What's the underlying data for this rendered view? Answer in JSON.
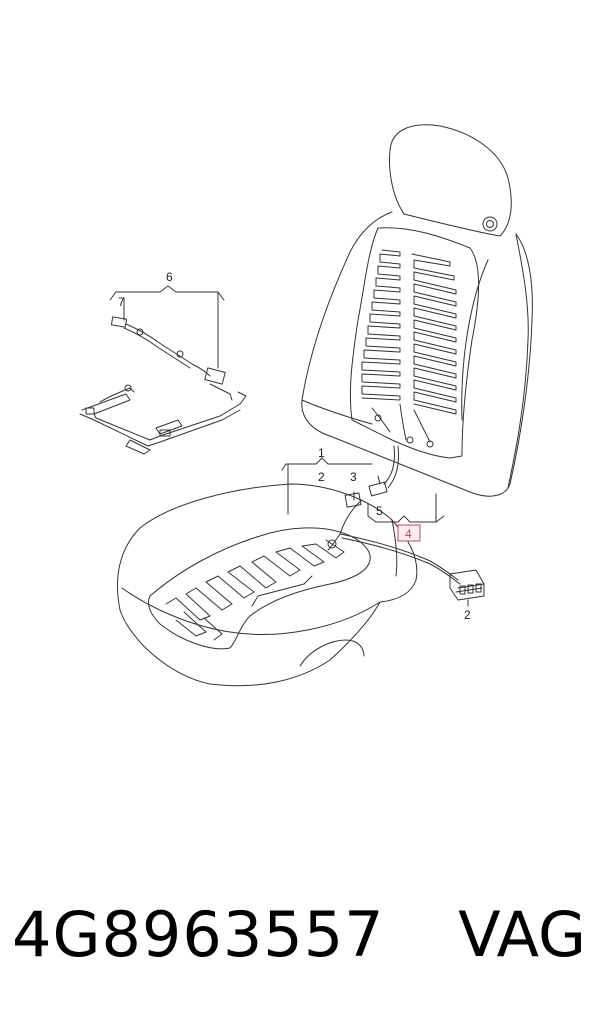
{
  "diagram": {
    "callouts": {
      "c1": "1",
      "c2a": "2",
      "c3": "3",
      "c4": "4",
      "c5": "5",
      "c2b": "2",
      "c6": "6",
      "c7": "7"
    },
    "highlight_color": "#d0405a"
  },
  "footer": {
    "part_number": "4G8963557",
    "brand": "VAG"
  }
}
